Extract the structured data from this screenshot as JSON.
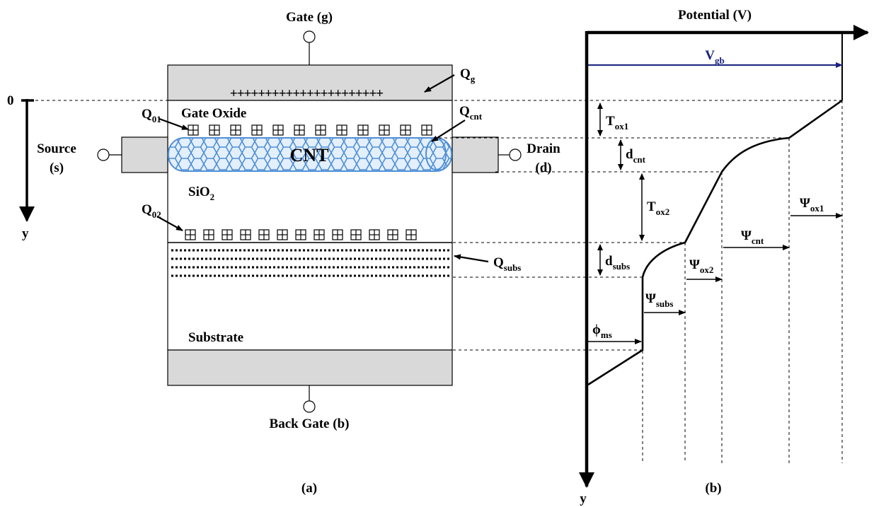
{
  "panel_a": {
    "caption": "(a)",
    "terminals": {
      "gate": "Gate (g)",
      "back_gate": "Back Gate (b)",
      "source_line1": "Source",
      "source_line2": "(s)",
      "drain_line1": "Drain",
      "drain_line2": "(d)"
    },
    "gate_charge_symbols": "++++++++++++++++++++++",
    "regions": {
      "gate_oxide": "Gate Oxide",
      "cnt": "CNT",
      "sio2": "SiO",
      "sio2_sub": "2",
      "substrate": "Substrate"
    },
    "charges": {
      "qg": "Q",
      "qg_sub": "g",
      "q01": "Q",
      "q01_sub": "01",
      "q02": "Q",
      "q02_sub": "02",
      "qcnt": "Q",
      "qcnt_sub": "cnt",
      "qsubs": "Q",
      "qsubs_sub": "subs"
    },
    "y_axis": {
      "origin_label": "0",
      "axis_label": "y"
    }
  },
  "panel_b": {
    "caption": "(b)",
    "title": "Potential (V)",
    "y_axis_label": "y",
    "vgb": "V",
    "vgb_sub": "gb",
    "thickness_labels": {
      "tox1": "T",
      "tox1_sub": "ox1",
      "dcnt": "d",
      "dcnt_sub": "cnt",
      "tox2": "T",
      "tox2_sub": "ox2",
      "dsubs": "d",
      "dsubs_sub": "subs"
    },
    "potential_labels": {
      "psi_ox1": "Ψ",
      "psi_ox1_sub": "ox1",
      "psi_cnt": "Ψ",
      "psi_cnt_sub": "cnt",
      "psi_ox2": "Ψ",
      "psi_ox2_sub": "ox2",
      "psi_subs": "Ψ",
      "psi_subs_sub": "subs",
      "phi_ms": "ϕ",
      "phi_ms_sub": "ms"
    }
  },
  "colors": {
    "gate_fill": "#d9d9d9",
    "contact_fill": "#d9d9d9",
    "cnt_blue": "#4f8fd6",
    "vgb_arrow": "#1a237e"
  }
}
